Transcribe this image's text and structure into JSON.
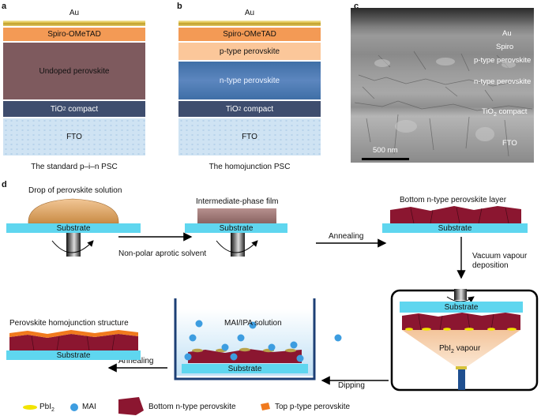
{
  "panel_a": {
    "letter": "a",
    "layers": [
      "Au",
      "Spiro-OMeTAD",
      "Undoped perovskite",
      "TiO2 compact",
      "FTO"
    ],
    "caption": "The standard p–i–n PSC"
  },
  "panel_b": {
    "letter": "b",
    "layers": [
      "Au",
      "Spiro-OMeTAD",
      "p-type perovskite",
      "n-type perovskite",
      "TiO2 compact",
      "FTO"
    ],
    "caption": "The homojunction PSC"
  },
  "panel_c": {
    "letter": "c",
    "labels": [
      "Au",
      "Spiro",
      "p-type perovskite",
      "n-type perovskite",
      "TiO2 compact",
      "FTO"
    ],
    "scale_bar": "500 nm"
  },
  "panel_d": {
    "letter": "d",
    "drop_label": "Drop of perovskite solution",
    "intermediate_label": "Intermediate-phase film",
    "bottom_layer_label": "Bottom n-type perovskite layer",
    "substrate": "Substrate",
    "step_solvent": "Non-polar aprotic solvent",
    "step_annealing": "Annealing",
    "step_vacuum": "Vacuum vapour deposition",
    "pbi2_vapour": "PbI2 vapour",
    "mai_solution": "MAI/IPA solution",
    "step_dipping": "Dipping",
    "step_annealing2": "Annealing",
    "homojunction_label": "Perovskite homojunction structure"
  },
  "legend": {
    "pbi2": "PbI2",
    "mai": "MAI",
    "bottom": "Bottom n-type perovskite",
    "top": "Top p-type perovskite"
  },
  "colors": {
    "substrate": "#5fd6ef",
    "perovskite": "#8b1630",
    "ptype": "#f07a1e",
    "pbi2": "#f2e400",
    "mai": "#3d9de0"
  }
}
